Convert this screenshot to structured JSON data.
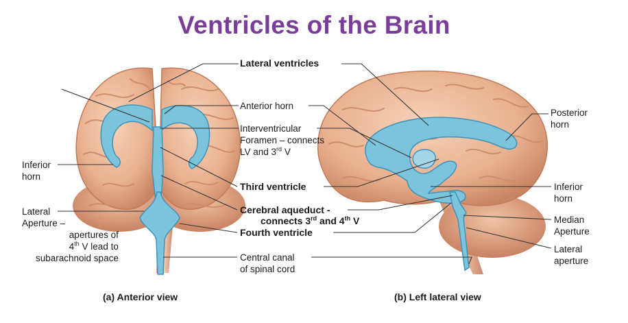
{
  "title": "Ventricles of the Brain",
  "labels": {
    "lateral_ventricles": "Lateral ventricles",
    "anterior_horn": "Anterior horn",
    "interventricular_1": "Interventricular",
    "interventricular_2": "Foramen – connects",
    "interventricular_3": "LV and 3",
    "interventricular_sup": "rd",
    "interventricular_4": " V",
    "inferior_left_1": "Inferior",
    "inferior_left_2": "horn",
    "third_ventricle": "Third ventricle",
    "cerebral_aqueduct": "Cerebral aqueduct -",
    "aqueduct_connects_1": "connects 3",
    "aqueduct_sup_1": "rd",
    "aqueduct_connects_2": " and 4",
    "aqueduct_sup_2": "th",
    "aqueduct_connects_3": " V",
    "fourth_ventricle": "Fourth ventricle",
    "lateral_aperture_left_1": "Lateral",
    "lateral_aperture_left_2": "Aperture –",
    "lateral_aperture_left_3": "apertures of",
    "lateral_aperture_left_4": "4",
    "lateral_aperture_left_sup": "th",
    "lateral_aperture_left_5": " V lead to",
    "lateral_aperture_left_6": "subarachnoid space",
    "central_canal_1": "Central canal",
    "central_canal_2": "of spinal cord",
    "posterior_horn_1": "Posterior",
    "posterior_horn_2": "horn",
    "inferior_right_1": "Inferior",
    "inferior_right_2": "horn",
    "median_aperture_1": "Median",
    "median_aperture_2": "Aperture",
    "lateral_aperture_right_1": "Lateral",
    "lateral_aperture_right_2": "aperture"
  },
  "captions": {
    "anterior": "(a) Anterior view",
    "lateral": "(b) Left lateral view"
  },
  "colors": {
    "title": "#7a3d99",
    "ventricle": "#7cc3dc",
    "brain": "#e9b190"
  }
}
